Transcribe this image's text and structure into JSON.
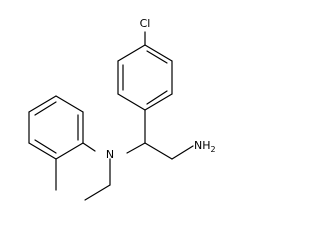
{
  "molecule": {
    "atoms": {
      "chlorine": "Cl",
      "nitrogen": "N",
      "amine_n": "NH",
      "amine_sub": "2"
    }
  }
}
